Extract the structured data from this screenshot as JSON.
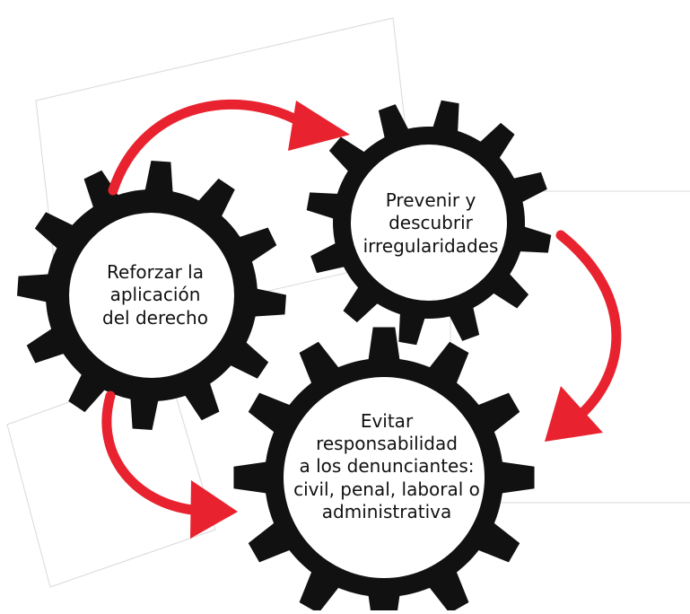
{
  "diagram": {
    "gears": [
      {
        "id": "gear-left",
        "lines": [
          "Reforzar la",
          "aplicación",
          "del derecho"
        ]
      },
      {
        "id": "gear-top",
        "lines": [
          "Prevenir y",
          "descubrir",
          "irregularidades"
        ]
      },
      {
        "id": "gear-bottom",
        "lines": [
          "Evitar",
          "responsabilidad",
          "a los denunciantes:",
          "civil, penal, laboral o",
          "administrativa"
        ]
      }
    ],
    "colors": {
      "gear": "#111111",
      "gear_center": "#ffffff",
      "arrow": "#e8232f",
      "text": "#111111",
      "background_lines": "#d9d9d9"
    }
  }
}
